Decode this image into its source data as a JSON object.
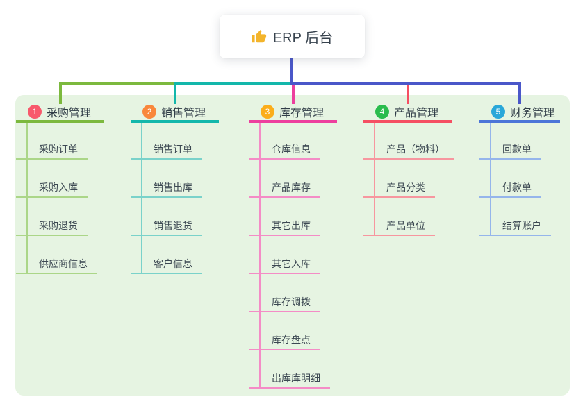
{
  "root": {
    "label": "ERP 后台",
    "icon": "thumbs-up",
    "connector_color": "#4a57c9"
  },
  "canvas": {
    "panel_background": "#e6f4e2",
    "page_background": "#ffffff"
  },
  "branches": [
    {
      "badge": "1",
      "badge_color": "#f8596c",
      "label": "采购管理",
      "line_color": "#7cb93e",
      "child_line_color": "#abd688",
      "children": [
        "采购订单",
        "采购入库",
        "采购退货",
        "供应商信息"
      ]
    },
    {
      "badge": "2",
      "badge_color": "#f9873b",
      "label": "销售管理",
      "line_color": "#13b7ab",
      "child_line_color": "#7ad2ca",
      "children": [
        "销售订单",
        "销售出库",
        "销售退货",
        "客户信息"
      ]
    },
    {
      "badge": "3",
      "badge_color": "#fbad1a",
      "label": "库存管理",
      "line_color": "#ed3f9e",
      "child_line_color": "#f48cc6",
      "children": [
        "仓库信息",
        "产品库存",
        "其它出库",
        "其它入库",
        "库存调拨",
        "库存盘点",
        "出库库明细"
      ]
    },
    {
      "badge": "4",
      "badge_color": "#2abc4d",
      "label": "产品管理",
      "line_color": "#f54f63",
      "child_line_color": "#f7969f",
      "children": [
        "产品（物料）",
        "产品分类",
        "产品单位"
      ]
    },
    {
      "badge": "5",
      "badge_color": "#29a7d9",
      "label": "财务管理",
      "line_color": "#4c75d8",
      "child_line_color": "#95b5eb",
      "children": [
        "回款单",
        "付款单",
        "结算账户"
      ]
    }
  ]
}
